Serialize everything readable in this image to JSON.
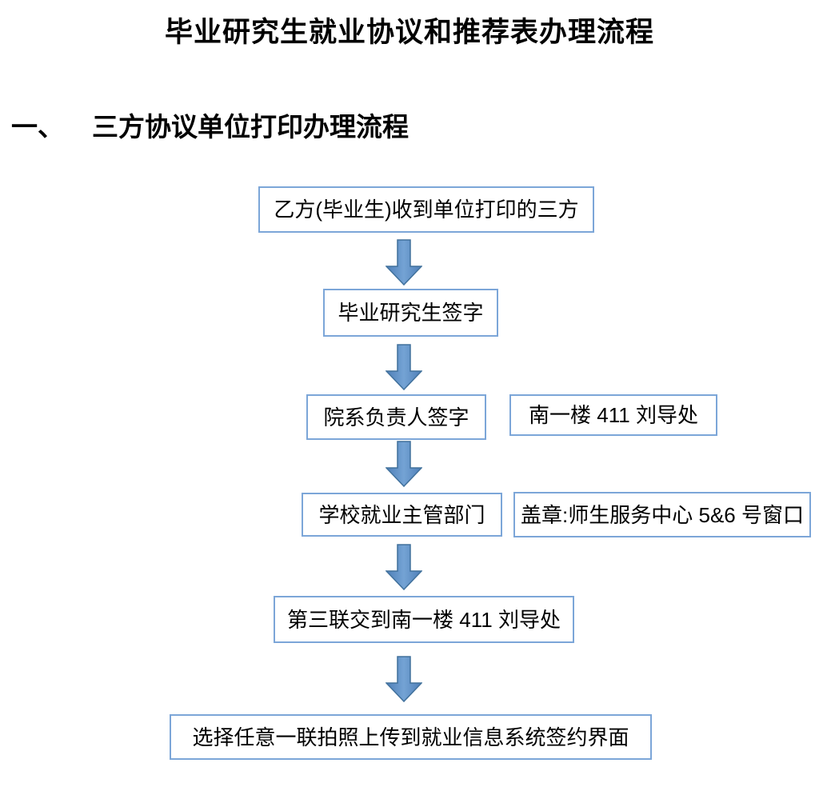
{
  "document": {
    "title": "毕业研究生就业协议和推荐表办理流程",
    "section": {
      "number": "一、",
      "heading": "三方协议单位打印办理流程"
    }
  },
  "flow": {
    "box_border_color": "#7ca6d8",
    "arrow_fill_color": "#5b8fc8",
    "arrow_border_color": "#41719c",
    "steps": [
      {
        "label": "乙方(毕业生)收到单位打印的三方"
      },
      {
        "label": "毕业研究生签字"
      },
      {
        "label": "院系负责人签字",
        "note": "南一楼 411 刘导处"
      },
      {
        "label": "学校就业主管部门",
        "note": "盖章:师生服务中心 5&6 号窗口"
      },
      {
        "label": "第三联交到南一楼 411 刘导处"
      },
      {
        "label": "选择任意一联拍照上传到就业信息系统签约界面"
      }
    ]
  }
}
